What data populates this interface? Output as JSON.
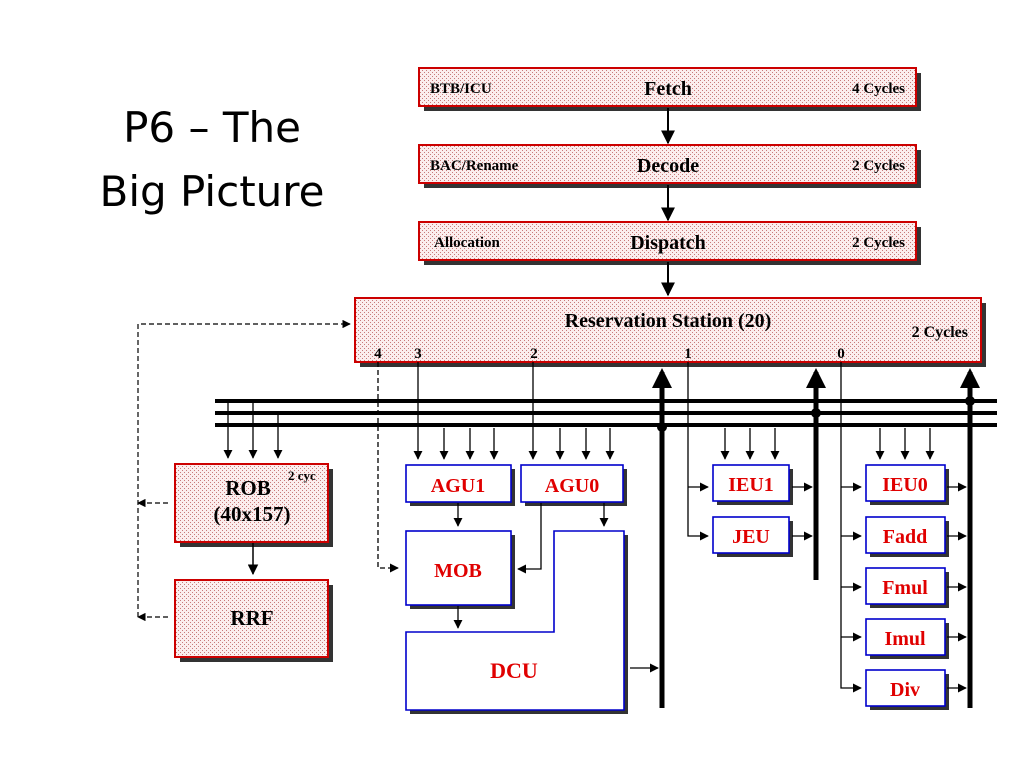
{
  "title": {
    "line1": "P6 – The",
    "line2": "Big Picture"
  },
  "pipeline": {
    "fetch": {
      "left": "BTB/ICU",
      "name": "Fetch",
      "cycles": "4 Cycles"
    },
    "decode": {
      "left": "BAC/Rename",
      "name": "Decode",
      "cycles": "2 Cycles"
    },
    "dispatch": {
      "left": "Allocation",
      "name": "Dispatch",
      "cycles": "2 Cycles"
    }
  },
  "reservation_station": {
    "name": "Reservation Station (20)",
    "cycles": "2 Cycles",
    "ports": [
      "4",
      "3",
      "2",
      "1",
      "0"
    ]
  },
  "rob": {
    "name": "ROB",
    "size": "(40x157)",
    "cycles": "2 cyc"
  },
  "rrf": {
    "name": "RRF"
  },
  "units": {
    "agu1": "AGU1",
    "agu0": "AGU0",
    "mob": "MOB",
    "dcu": "DCU",
    "ieu1": "IEU1",
    "jeu": "JEU",
    "ieu0": "IEU0",
    "fadd": "Fadd",
    "fmul": "Fmul",
    "imul": "Imul",
    "div": "Div"
  },
  "colors": {
    "stage_border": "#cc0000",
    "unit_border": "#0000cc",
    "unit_text": "#e00000",
    "shadow": "#333333"
  }
}
